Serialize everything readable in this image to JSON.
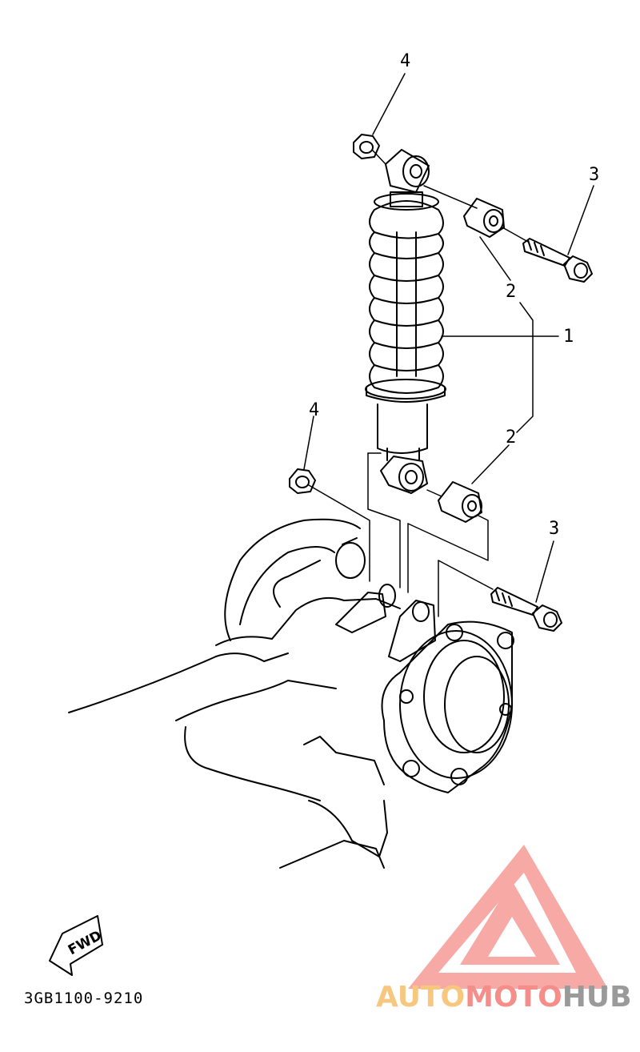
{
  "callouts": [
    {
      "id": "label-4-top",
      "text": "4"
    },
    {
      "id": "label-3-top",
      "text": "3"
    },
    {
      "id": "label-2-top",
      "text": "2"
    },
    {
      "id": "label-1",
      "text": "1"
    },
    {
      "id": "label-4-bottom",
      "text": "4"
    },
    {
      "id": "label-2-bottom",
      "text": "2"
    },
    {
      "id": "label-3-bottom",
      "text": "3"
    }
  ],
  "fwd_label": "FWD",
  "part_code": "3GB1100-9210",
  "watermark": {
    "part1": "AUTO",
    "part2": "MOTO",
    "part3": "HUB",
    "colors": {
      "auto": "#f7c77f",
      "moto": "#f58e8a",
      "hub": "#9a9a9a",
      "logo": "#f7a9a6"
    }
  }
}
